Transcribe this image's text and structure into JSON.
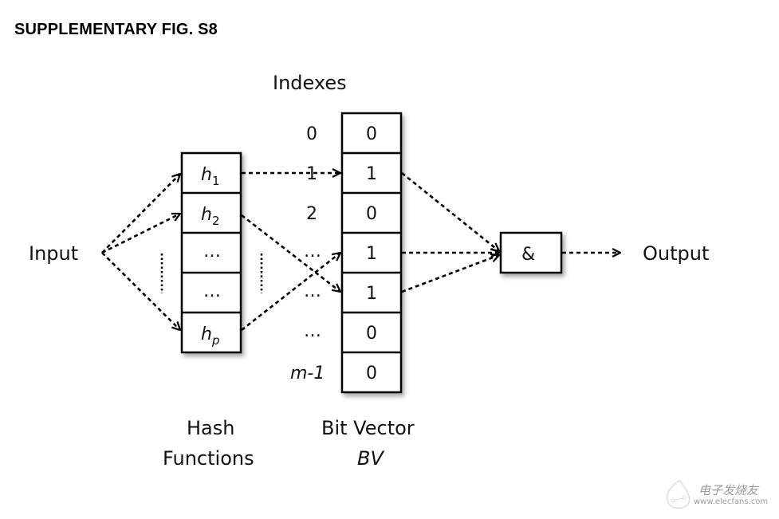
{
  "figure": {
    "title": "SUPPLEMENTARY FIG. S8",
    "input_label": "Input",
    "output_label": "Output",
    "indexes_label": "Indexes",
    "and_gate_label": "&",
    "hash_functions": {
      "caption_line1": "Hash",
      "caption_line2": "Functions",
      "cells": [
        {
          "name": "h",
          "sub": "1"
        },
        {
          "name": "h",
          "sub": "2"
        },
        {
          "name": "…",
          "sub": ""
        },
        {
          "name": "…",
          "sub": ""
        },
        {
          "name": "h",
          "sub": "p"
        }
      ]
    },
    "bit_vector": {
      "caption_line1": "Bit Vector",
      "caption_line2": "BV",
      "indexes": [
        "0",
        "1",
        "2",
        "…",
        "…",
        "…",
        "m-1"
      ],
      "bits": [
        "0",
        "1",
        "0",
        "1",
        "1",
        "0",
        "0"
      ]
    },
    "connections": {
      "input_to_hash": [
        "h1",
        "h2",
        "hp"
      ],
      "hash_to_bits": [
        {
          "from": "h1",
          "to_row": 1
        },
        {
          "from": "h2",
          "to_row": 4
        },
        {
          "from": "hp",
          "to_row": 3
        }
      ],
      "bits_to_and": [
        1,
        3,
        4
      ]
    }
  },
  "watermark": {
    "text_cn": "电子发烧友",
    "url": "www.elecfans.com"
  }
}
